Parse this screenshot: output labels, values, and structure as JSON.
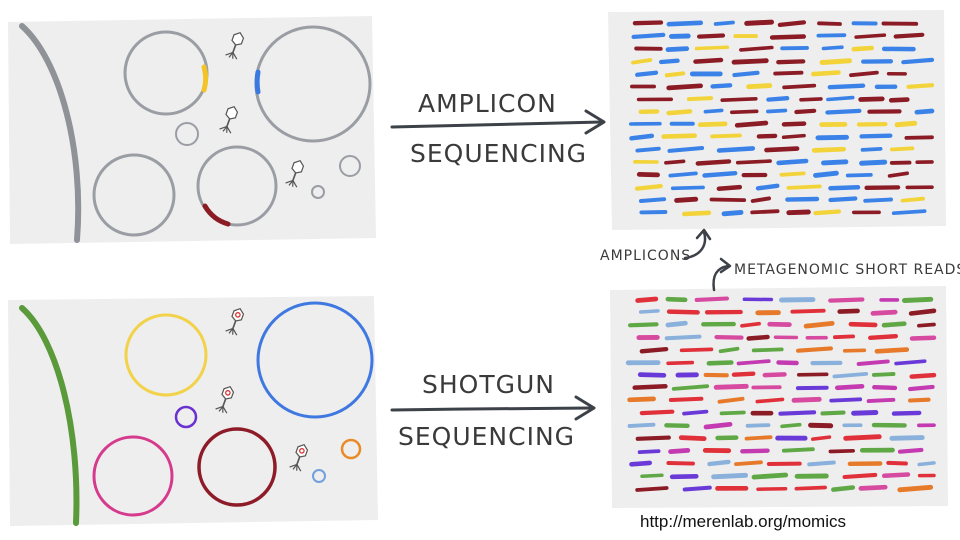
{
  "labels": {
    "amplicon_line1": "AMPLICON",
    "amplicon_line2": "SEQUENCING",
    "shotgun_line1": "SHOTGUN",
    "shotgun_line2": "SEQUENCING",
    "amplicons_note": "AMPLICONS",
    "metagenomic_note": "METAGENOMIC SHORT READS",
    "url": "http://merenlab.org/momics"
  },
  "colors": {
    "panel_bg": "#eeeeee",
    "amplicon_wall": "#8f9398",
    "amplicon_cell": "#9a9ea4",
    "shotgun_wall": "#5a9a3a",
    "arrow": "#3d4148",
    "read_yellow": "#f2d33a",
    "read_blue": "#3b82e8",
    "read_darkred": "#8b1c25",
    "read_red": "#e0303a",
    "read_green": "#5fa845",
    "read_pink": "#d64aa0",
    "read_purple": "#6a3ad8",
    "read_orange": "#e67a2a",
    "read_lightblue": "#8ab0dc",
    "read_magenta": "#c43ab0",
    "shotgun_yellow_cell": "#f2d24a",
    "shotgun_blue_cell": "#3f78e0",
    "shotgun_purple_cell": "#6a30d0",
    "shotgun_pink_cell": "#d63a8c",
    "shotgun_darkred_cell": "#8e1c28",
    "shotgun_orange_cell": "#e88a26",
    "shotgun_lightblue_cell": "#6fa0e0",
    "marker_yellow": "#f2c428",
    "marker_blue": "#3b78e0",
    "marker_darkred": "#8b1c25"
  }
}
